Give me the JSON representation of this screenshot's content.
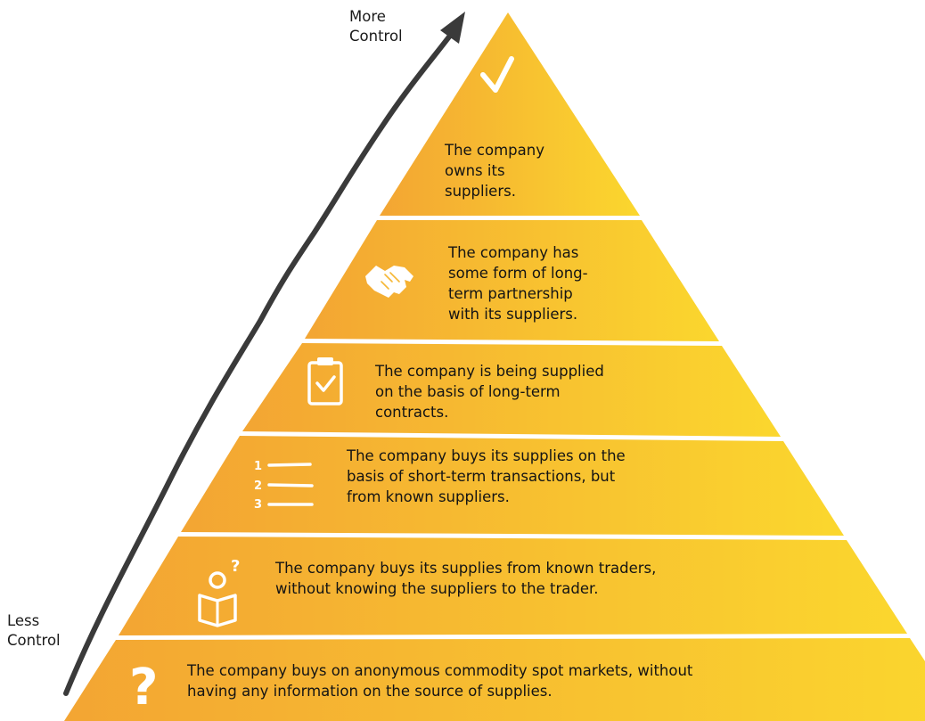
{
  "axis": {
    "top_label_line1": "More",
    "top_label_line2": "Control",
    "bottom_label_line1": "Less",
    "bottom_label_line2": "Control"
  },
  "colors": {
    "tier_left": "#F3A533",
    "tier_right": "#FBD72E",
    "separator": "#ffffff",
    "arrow": "#3a3a3a",
    "icon": "#ffffff"
  },
  "tiers": [
    {
      "icon": "checkmark-icon",
      "lines": [
        "The company",
        "owns its",
        "suppliers."
      ]
    },
    {
      "icon": "handshake-icon",
      "lines": [
        "The company has",
        "some form of long-",
        "term partnership",
        "with its suppliers."
      ]
    },
    {
      "icon": "clipboard-check-icon",
      "lines": [
        "The company is being supplied",
        "on the basis of long-term",
        "contracts."
      ]
    },
    {
      "icon": "numbered-list-icon",
      "list_numbers": [
        "1",
        "2",
        "3"
      ],
      "lines": [
        "The company buys its supplies on the",
        "basis of short-term transactions, but",
        "from known suppliers."
      ]
    },
    {
      "icon": "reader-question-icon",
      "icon_mark": "?",
      "lines": [
        "The company buys its supplies from known traders,",
        "without knowing the suppliers to the trader."
      ]
    },
    {
      "icon": "question-mark-icon",
      "icon_mark": "?",
      "lines": [
        "The company buys on anonymous commodity spot markets, without",
        "having any information on the source of supplies."
      ]
    }
  ]
}
